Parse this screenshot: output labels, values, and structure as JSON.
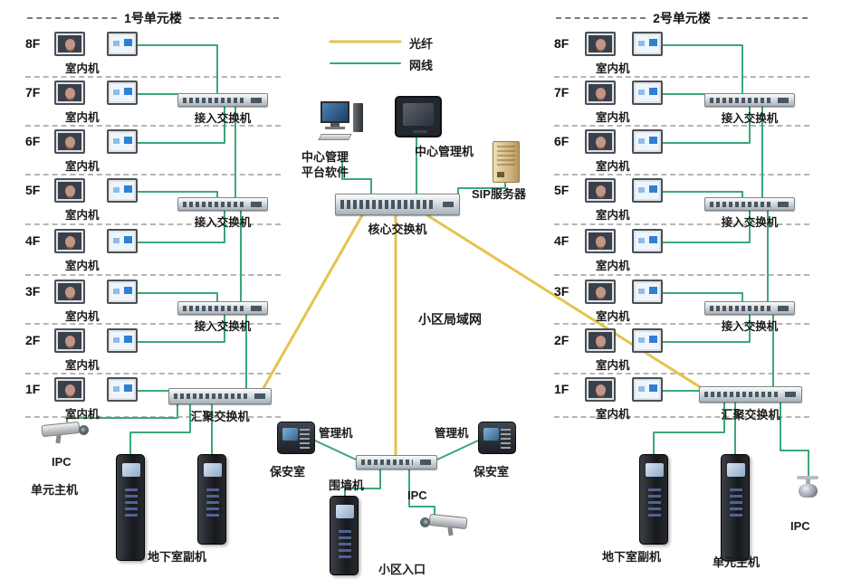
{
  "legend": {
    "fiber_label": "光纤",
    "cable_label": "网线",
    "fiber_color": "#e6c34a",
    "cable_color": "#3aa876"
  },
  "buildings": {
    "left": {
      "title": "1号单元楼",
      "floors": [
        {
          "floor": "8F",
          "label": "室内机"
        },
        {
          "floor": "7F",
          "label": "室内机"
        },
        {
          "floor": "6F",
          "label": "室内机"
        },
        {
          "floor": "5F",
          "label": "室内机"
        },
        {
          "floor": "4F",
          "label": "室内机"
        },
        {
          "floor": "3F",
          "label": "室内机"
        },
        {
          "floor": "2F",
          "label": "室内机"
        },
        {
          "floor": "1F",
          "label": "室内机"
        }
      ],
      "access_switch_label": "接入交换机",
      "aggregation_switch_label": "汇聚交换机"
    },
    "right": {
      "title": "2号单元楼",
      "floors": [
        {
          "floor": "8F",
          "label": "室内机"
        },
        {
          "floor": "7F",
          "label": "室内机"
        },
        {
          "floor": "6F",
          "label": "室内机"
        },
        {
          "floor": "5F",
          "label": "室内机"
        },
        {
          "floor": "4F",
          "label": "室内机"
        },
        {
          "floor": "3F",
          "label": "室内机"
        },
        {
          "floor": "2F",
          "label": "室内机"
        },
        {
          "floor": "1F",
          "label": "室内机"
        }
      ],
      "access_switch_label": "接入交换机",
      "aggregation_switch_label": "汇聚交换机"
    }
  },
  "center": {
    "platform_line1": "中心管理",
    "platform_line2": "平台软件",
    "management_machine_label": "中心管理机",
    "sip_server_label": "SIP服务器",
    "core_switch_label": "核心交换机",
    "lan_label": "小区局域网"
  },
  "bottom": {
    "left": {
      "ipc_label": "IPC",
      "main_unit_label": "单元主机",
      "basement_unit_label": "地下室副机"
    },
    "center": {
      "manager_left_label": "管理机",
      "manager_right_label": "管理机",
      "guard_room_left_label": "保安室",
      "guard_room_right_label": "保安室",
      "wall_machine_label": "围墙机",
      "ipc_label": "IPC",
      "entrance_label": "小区入口"
    },
    "right": {
      "basement_unit_label": "地下室副机",
      "main_unit_label": "单元主机",
      "ipc_label": "IPC"
    }
  }
}
